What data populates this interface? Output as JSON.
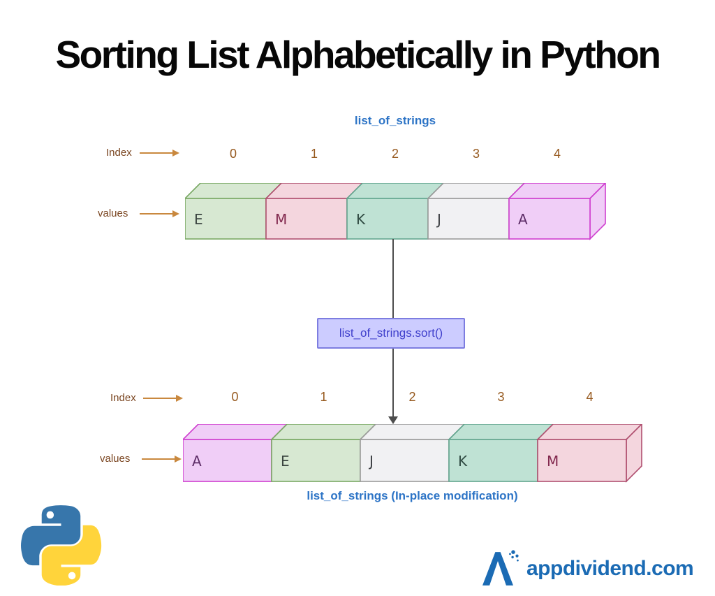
{
  "title": "Sorting List Alphabetically in Python",
  "colors": {
    "title_black": "#070707",
    "label_blue": "#2d74c6",
    "index_label_brown": "#7a4520",
    "index_number_brown": "#96591e",
    "arrow_orange": "#c9883e",
    "sort_fill": "#ccccff",
    "sort_border": "#7d7de0",
    "sort_text": "#4040cc",
    "flow_gray": "#4d4d4d",
    "brand_blue": "#1b6bb4",
    "python_blue": "#3776ab",
    "python_yellow": "#ffd43b"
  },
  "diagram": {
    "sort_call": "list_of_strings.sort()",
    "top_array": {
      "label": "list_of_strings",
      "index_label": "Index",
      "values_label": "values",
      "indices": [
        "0",
        "1",
        "2",
        "3",
        "4"
      ],
      "cells": [
        {
          "letter": "E",
          "fill": "#d7e8d2",
          "border": "#79a863",
          "text": "#3b4540"
        },
        {
          "letter": "M",
          "fill": "#f4d6de",
          "border": "#b05070",
          "text": "#82294e"
        },
        {
          "letter": "K",
          "fill": "#bfe2d4",
          "border": "#62a58e",
          "text": "#2f4a42"
        },
        {
          "letter": "J",
          "fill": "#f1f1f3",
          "border": "#9b9b9b",
          "text": "#3b3e42"
        },
        {
          "letter": "A",
          "fill": "#f0cef7",
          "border": "#cf3fcf",
          "text": "#5c2b66"
        }
      ]
    },
    "bottom_array": {
      "label": "list_of_strings (In-place modification)",
      "index_label": "Index",
      "values_label": "values",
      "indices": [
        "0",
        "1",
        "2",
        "3",
        "4"
      ],
      "cells": [
        {
          "letter": "A",
          "fill": "#f0cef7",
          "border": "#cf3fcf",
          "text": "#5c2b66"
        },
        {
          "letter": "E",
          "fill": "#d7e8d2",
          "border": "#79a863",
          "text": "#3b4540"
        },
        {
          "letter": "J",
          "fill": "#f1f1f3",
          "border": "#9b9b9b",
          "text": "#3b3e42"
        },
        {
          "letter": "K",
          "fill": "#bfe2d4",
          "border": "#62a58e",
          "text": "#2f4a42"
        },
        {
          "letter": "M",
          "fill": "#f4d6de",
          "border": "#b05070",
          "text": "#82294e"
        }
      ]
    }
  },
  "footer": {
    "brand": "appdividend.com"
  },
  "icons": {
    "python": "python-two-snakes-logo",
    "brand_mark": "stylized-a-logo"
  }
}
